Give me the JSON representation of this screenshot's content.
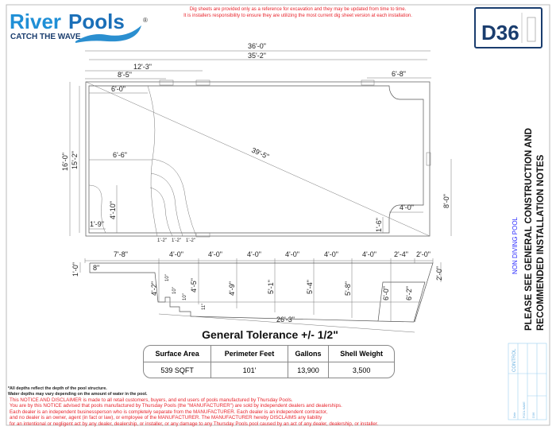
{
  "brand": {
    "name_river": "River",
    "name_pools": "Pools",
    "registered": "®",
    "tagline": "CATCH THE WAVE"
  },
  "disclaimer_top": [
    "Dig sheets are provided only as a reference for excavation and they may be updated from time to time.",
    "It is installers responsibility to ensure they are utilizing the most current dig sheet version at each installation."
  ],
  "model": "D36",
  "plan": {
    "overall_length": "36'-0\"",
    "inside_length": "35'-2\"",
    "skimmer_2": "12'-3\"",
    "skimmer_1": "8'-5\"",
    "right_skimmer": "6'-8\"",
    "bench_depth": "6'-0\"",
    "diagonal": "39'-5\"",
    "step_width": "6'-6\"",
    "overall_width": "16'-0\"",
    "inside_width": "15'-2\"",
    "swimout_len": "4'-10\"",
    "swimout_w": "1'-9\"",
    "step_treads": [
      "1'-2\"",
      "1'-2\"",
      "1'-2\""
    ],
    "right_width": "8'-0\"",
    "corner_seat": "4'-0\"",
    "corner_seat_depth": "1'-6\""
  },
  "profile": {
    "segments": [
      "7'-8\"",
      "4'-0\"",
      "4'-0\"",
      "4'-0\"",
      "4'-0\"",
      "4'-0\"",
      "4'-0\"",
      "2'-4\"",
      "2'-0\""
    ],
    "shelf_depth": "1'-0\"",
    "shelf_step": "8\"",
    "step_depth": "4'-2\"",
    "risers": [
      "10\"",
      "10\"",
      "10\""
    ],
    "riser_last": "11\"",
    "depths": [
      "4'-5\"",
      "4'-9\"",
      "5'-1\"",
      "5'-4\"",
      "5'-8\"",
      "6'-0\"",
      "6'-2\""
    ],
    "deep_bench": "2'-0\"",
    "floor_length": "26'-3\""
  },
  "tolerance": "General Tolerance +/-  1/2\"",
  "specs": {
    "headers": [
      "Surface Area",
      "Perimeter Feet",
      "Gallons",
      "Shell Weight"
    ],
    "values": [
      "539 SQFT",
      "101'",
      "13,900",
      "3,500"
    ]
  },
  "side_notes": {
    "non_diving": "NON DIVING POOL",
    "line1": "PLEASE SEE GENERAL CONSTRUCTION AND",
    "line2": "RECOMMENDED INSTALLATION NOTES"
  },
  "title_block": {
    "control": "CONTROL",
    "date_label": "Date",
    "pool_name_label": "POOL NAME",
    "pool_name": "D36"
  },
  "footnote": [
    "*All depths reflect the depth of the pool structure.",
    "Water depths may vary depending on the amount of water in the pool."
  ],
  "notice": [
    "This NOTICE AND DISCLAIMER is made to all retail customers, buyers, and end users of pools manufactured by Thursday Pools.",
    "You are by this NOTICE advised that pools manufactured by Thursday Pools (the \"MANUFACTURER\") are sold by independent dealers and dealerships.",
    "Each dealer is an independent businessperson who is completely separate from the MANUFACTURER. Each dealer is an independent contractor,",
    "and no dealer is an owner, agent (in fact or law), or employee of the MANUFACTURER. The MANUFACTURER hereby DISCLAIMS any liability",
    "for an intentional or negligent act by any dealer, dealership, or installer, or any damage to any Thursday Pools pool caused by an act of any dealer, dealership, or installer."
  ],
  "colors": {
    "brand_blue": "#1f8fd6",
    "brand_dark": "#1a3d6e",
    "notice_red": "#e8242c",
    "note_blue": "#2a2aff"
  }
}
